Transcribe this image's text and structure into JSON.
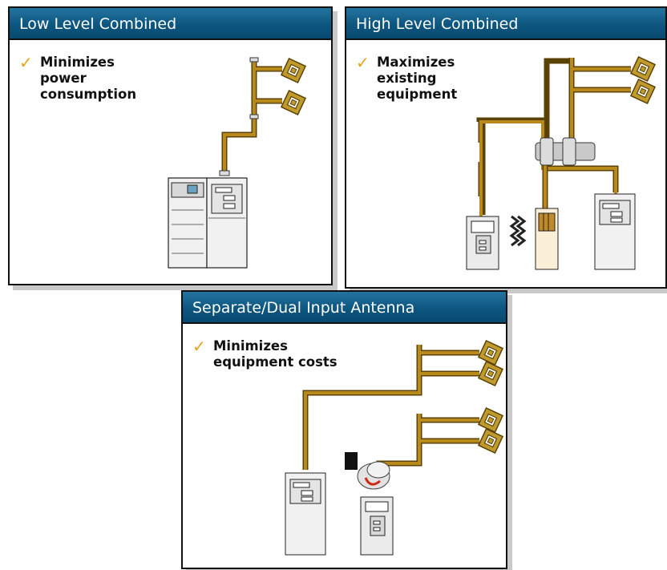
{
  "panels": [
    {
      "title": "Low Level Combined",
      "benefit": "Minimizes\npower\nconsumption"
    },
    {
      "title": "High Level Combined",
      "benefit": "Maximizes\nexisting\nequipment"
    },
    {
      "title": "Separate/Dual Input Antenna",
      "benefit": "Minimizes\nequipment costs"
    }
  ],
  "colors": {
    "header": "#0d5680",
    "check": "#e8a21a",
    "feeder": "#a57a12",
    "cabinet": "#f2f2f2"
  },
  "icons": [
    "check-icon",
    "antenna-icon",
    "base-station-icon",
    "combiner-icon",
    "cabinet-icon"
  ]
}
